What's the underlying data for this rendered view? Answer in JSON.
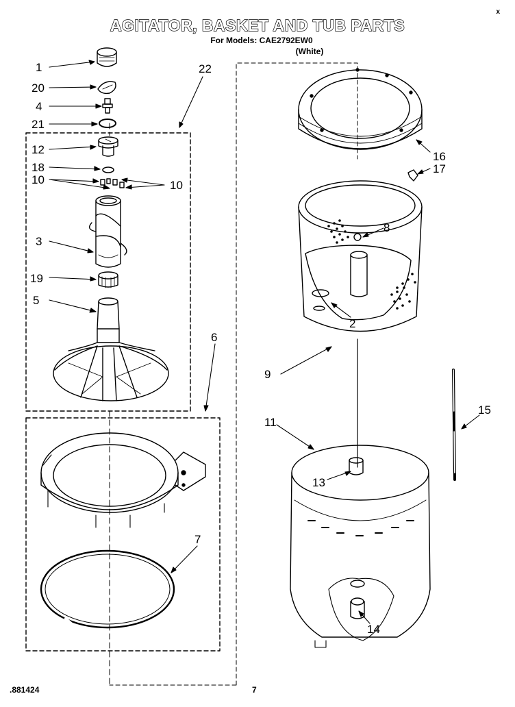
{
  "header": {
    "title": "AGITATOR, BASKET AND TUB PARTS",
    "models_line": "For Models: CAE2792EW0",
    "color_line": "(White)",
    "corner_mark": "x"
  },
  "footer": {
    "code": ".881424",
    "page": "7"
  },
  "callouts": {
    "c1": "1",
    "c20": "20",
    "c4": "4",
    "c21": "21",
    "c12": "12",
    "c18": "18",
    "c10a": "10",
    "c10b": "10",
    "c3": "3",
    "c19": "19",
    "c5": "5",
    "c22": "22",
    "c6": "6",
    "c7": "7",
    "c16": "16",
    "c17": "17",
    "c8": "8",
    "c2": "2",
    "c9": "9",
    "c11": "11",
    "c13": "13",
    "c15": "15",
    "c14": "14"
  }
}
